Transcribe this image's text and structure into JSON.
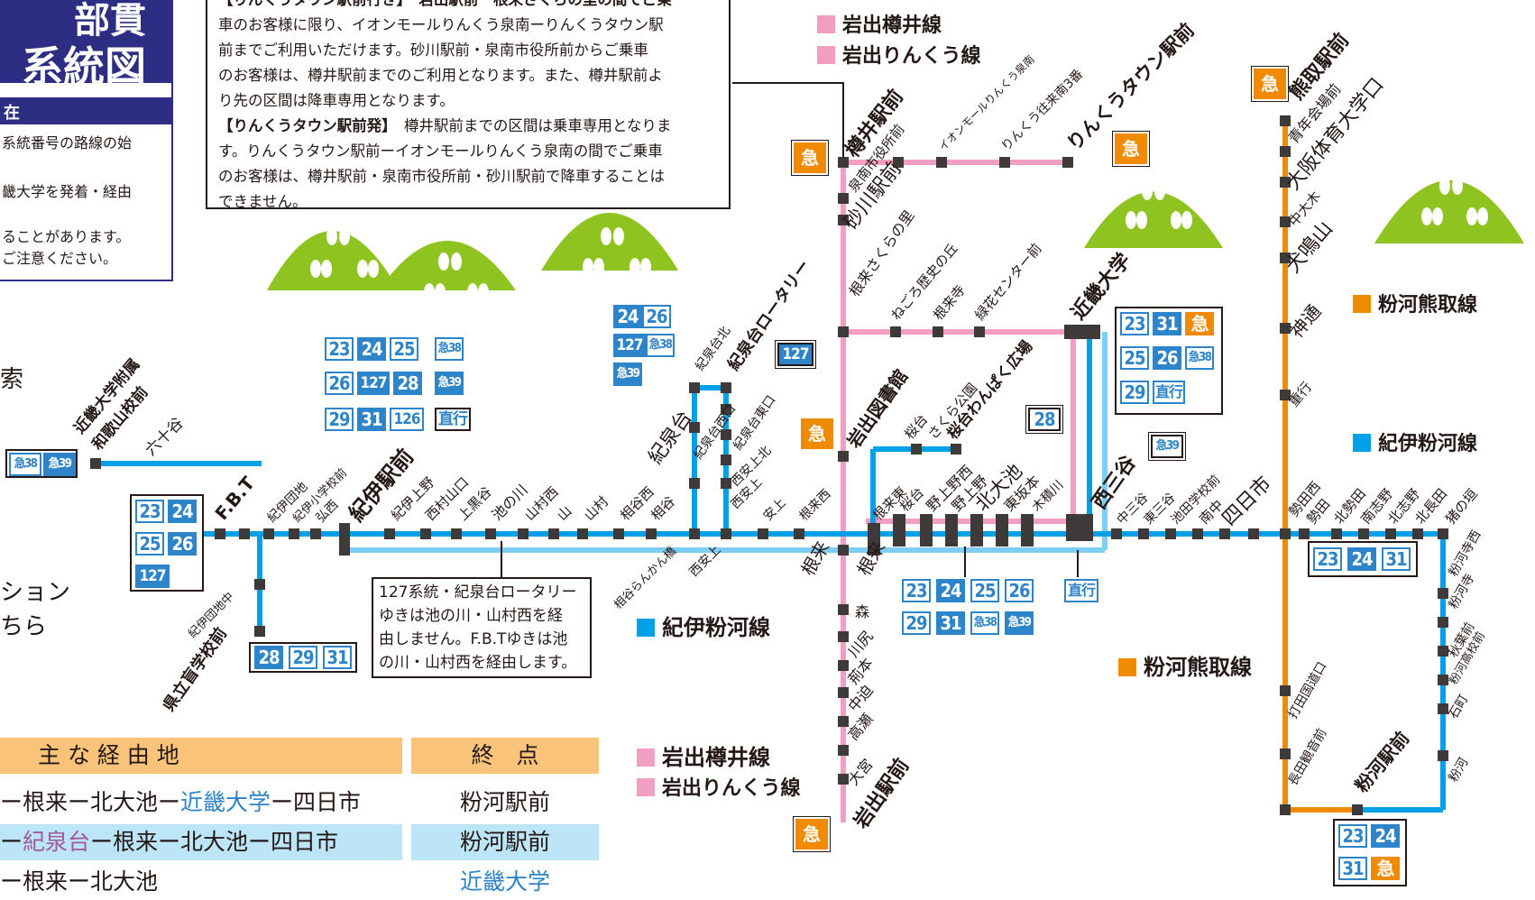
{
  "title": {
    "line1": "部貫",
    "line2": "系統図",
    "sub": "在"
  },
  "left_notes": [
    "系統番号の路線の始",
    "畿大学を発着・経由",
    "ることがあります。",
    "ご注意ください。"
  ],
  "left_fragments": [
    "索",
    "ション",
    "ちら"
  ],
  "notice": {
    "line0": "【りんくうタウン駅前行き】　岩出駅前ー根来さくらの里の間でご乗",
    "line1": "車のお客様に限り、イオンモールりんくう泉南ーりんくうタウン駅",
    "line2": "前までご利用いただけます。砂川駅前・泉南市役所前からご乗車",
    "line3": "のお客様は、樽井駅前までのご利用となります。また、樽井駅前よ",
    "line4": "り先の区間は降車専用となります。",
    "heading2": "【りんくうタウン駅前発】",
    "line5": "　樽井駅前までの区間は乗車専用となりま",
    "line6": "す。りんくうタウン駅前ーイオンモールりんくう泉南の間でご乗車",
    "line7": "のお客様は、樽井駅前・泉南市役所前・砂川駅前で降車することは",
    "line8": "できません。"
  },
  "colors": {
    "blue": "#00a0e9",
    "pink": "#f19ec2",
    "orange": "#f08a00",
    "teal": "#7ecef4",
    "navy": "#2d2e83",
    "stop": "#3e3a39",
    "hill": "#8fc31f"
  },
  "legends": {
    "iwade_tarui": "岩出樽井線",
    "iwade_rinku": "岩出りんくう線",
    "kokawa_kumatori": "粉河熊取線",
    "kii_kokawa": "紀伊粉河線"
  },
  "kyu": "急",
  "stations": {
    "rinku_town": "りんくうタウン駅前",
    "rinku_ourai": "りんくう往来南3番",
    "aeon": "イオンモールりんくう泉南",
    "tarui": "樽井駅前",
    "sennan_shiyakusho": "泉南市役所前",
    "sunagawa": "砂川駅前",
    "sakura_sato": "根来さくらの里",
    "negoro_rekishi": "ねごろ歴史の丘",
    "negoroji": "根来寺",
    "ryokka": "緑花センター前",
    "kindai": "近畿大学",
    "iwade_toshokan": "岩出図書館",
    "sakuradai": "桜台",
    "sakura_koen": "さくら公園",
    "sakura_wanpaku": "桜台わんぱく広場",
    "negoro_higashi": "根来東",
    "sakuradai2": "桜台",
    "nogami_nishi": "野上野西",
    "nogami": "野上野",
    "kitaoike": "北大池",
    "higashi_sakamoto": "東坂本",
    "kizumigawa": "木積川",
    "nishimitani": "西三谷",
    "nakamitani": "中三谷",
    "higashimitani": "東三谷",
    "ikeda_gakko": "池田学校前",
    "minami_naka": "南中",
    "yokkaichi": "四日市",
    "negoro_w": "根来",
    "negoro_e": "根来",
    "negoro_nishi": "根来西",
    "yasujo": "安上",
    "nishi_yasujo": "西安上",
    "nishi_yasujo_kita": "西安上北",
    "nishi_yasujo2": "西安上",
    "kisendai_rotary": "紀泉台ロータリー",
    "kisendai_kita": "紀泉台北",
    "kisendai_nishiguchi": "紀泉台西口",
    "kisendai_higashiguchi": "紀泉台東口",
    "kisendai": "紀泉台",
    "aidani_rankan": "相谷らんかん橋",
    "aidani": "相谷",
    "aidani_nishi": "相谷西",
    "yamamura": "山村",
    "yama": "山",
    "yamamura_nishi": "山村西",
    "ikenokawa": "池の川",
    "kamikamiya": "上黒谷",
    "nishimura_yamaguchi": "西村山口",
    "kii_ueno": "紀伊上野",
    "kii_eki": "紀伊駅前",
    "hiromi": "弘西",
    "kii_shogakko": "紀伊小学校前",
    "kii_danchi": "紀伊団地",
    "fbt": "F.B.T",
    "kii_danchi_naka": "紀伊団地中",
    "kenritsu_mogakko": "県立盲学校前",
    "rokujutani": "六十谷",
    "kindai_fuzoku": "近畿大学附属",
    "wakayama_kosen": "和歌山校前",
    "mori": "森",
    "kawajiri": "川尻",
    "arimoto": "荊本",
    "nakasako": "中迫",
    "takase": "高瀬",
    "omiya": "大宮",
    "iwade_eki": "岩出駅前",
    "kumatori_eki": "熊取駅前",
    "seinen_kaikan": "青年会場前",
    "osaka_taiiku": "大阪体育大学口",
    "nakaoki": "中大木",
    "inunakiyama": "犬鳴山",
    "jindo": "神通",
    "shigeyuki": "重行",
    "seta_nishi": "勢田西",
    "seta": "勢田",
    "kita_seta": "北勢田",
    "minami_shino": "南志野",
    "kita_shino": "北志野",
    "kita_nagata": "北長田",
    "inokaki": "猪の垣",
    "kokawadera": "粉河寺西",
    "kokawadera2": "粉河寺",
    "akiba": "秋葉前",
    "kokawa_koko": "粉河高校前",
    "ishimachi": "石町",
    "kokawa": "粉河",
    "kokawa_eki": "粉河駅前",
    "uchida_kokudo": "打田国道口",
    "nagata_kannon": "長田観音前"
  },
  "codes": {
    "kisendai_top": [
      "24",
      "26",
      "127",
      "急38",
      "急39"
    ],
    "rotary": "127",
    "kii_eki": [
      "23",
      "24",
      "25",
      "急38",
      "26",
      "127",
      "28",
      "急39",
      "29",
      "31",
      "126",
      "直行"
    ],
    "kindai": [
      "23",
      "31",
      "急",
      "25",
      "26",
      "急38",
      "29",
      "直行"
    ],
    "wakaura": "28",
    "nishimitani": "急39",
    "fbt": [
      "23",
      "24",
      "25",
      "26",
      "127"
    ],
    "left": [
      "急38",
      "急39"
    ],
    "mogakko": [
      "28",
      "29",
      "31"
    ],
    "center_bottom": [
      "23",
      "24",
      "25",
      "26",
      "29",
      "31",
      "急38",
      "急39"
    ],
    "chokko": "直行",
    "yokkaichi": [
      "23",
      "24",
      "31"
    ],
    "kokawa_eki": [
      "23",
      "24",
      "31",
      "急"
    ]
  },
  "callout_127": {
    "line1": "127系統・紀泉台ロータリー",
    "line2": "ゆきは池の川・山村西を経",
    "line3": "由しません。F.B.Tゆきは池",
    "line4": "の川・山村西を経由します。"
  },
  "table": {
    "header_via": "主 な 経 由 地",
    "header_end": "終　点",
    "rows": [
      {
        "via": "ー根来ー北大池ー",
        "via_hl": "近畿大学",
        "via_tail": "ー四日市",
        "end": "粉河駅前",
        "bg": ""
      },
      {
        "via": "ー",
        "via_hl": "紀泉台",
        "via_tail": "ー根来ー北大池ー四日市",
        "end": "粉河駅前",
        "bg": "#bde5f8"
      },
      {
        "via": "ー根来ー北大池",
        "via_hl": "",
        "via_tail": "",
        "end": "近畿大学",
        "bg": ""
      }
    ]
  }
}
